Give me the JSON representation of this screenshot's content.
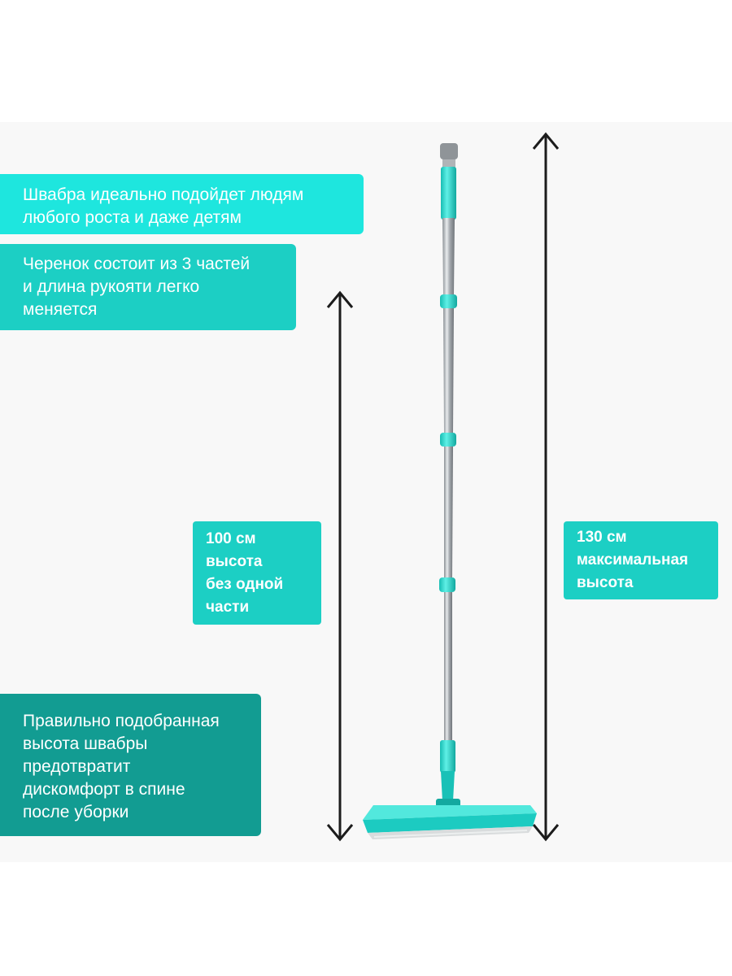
{
  "notes": {
    "height_note": [
      "Швабра идеально подойдет людям",
      "любого роста и даже детям"
    ],
    "handle_note": [
      "Черенок состоит из 3  частей",
      "и длина рукояти легко",
      "меняется"
    ],
    "back_note": [
      "Правильно подобранная",
      "высота швабры",
      "предотвратит",
      "дискомфорт в спине",
      "после уборки"
    ]
  },
  "dimensions": {
    "short": [
      "100 см",
      "высота",
      "без одной",
      "части"
    ],
    "full": [
      "130 см",
      "максимальная",
      "высота"
    ]
  },
  "colors": {
    "teal_bright": "#1ee6de",
    "teal_mid": "#1ccfc4",
    "teal_dark": "#129c92",
    "arrow": "#1c1c1c",
    "steel": "#b8bcc0"
  },
  "icons": {
    "mop": "mop-icon",
    "arrow": "double-arrow-icon"
  }
}
